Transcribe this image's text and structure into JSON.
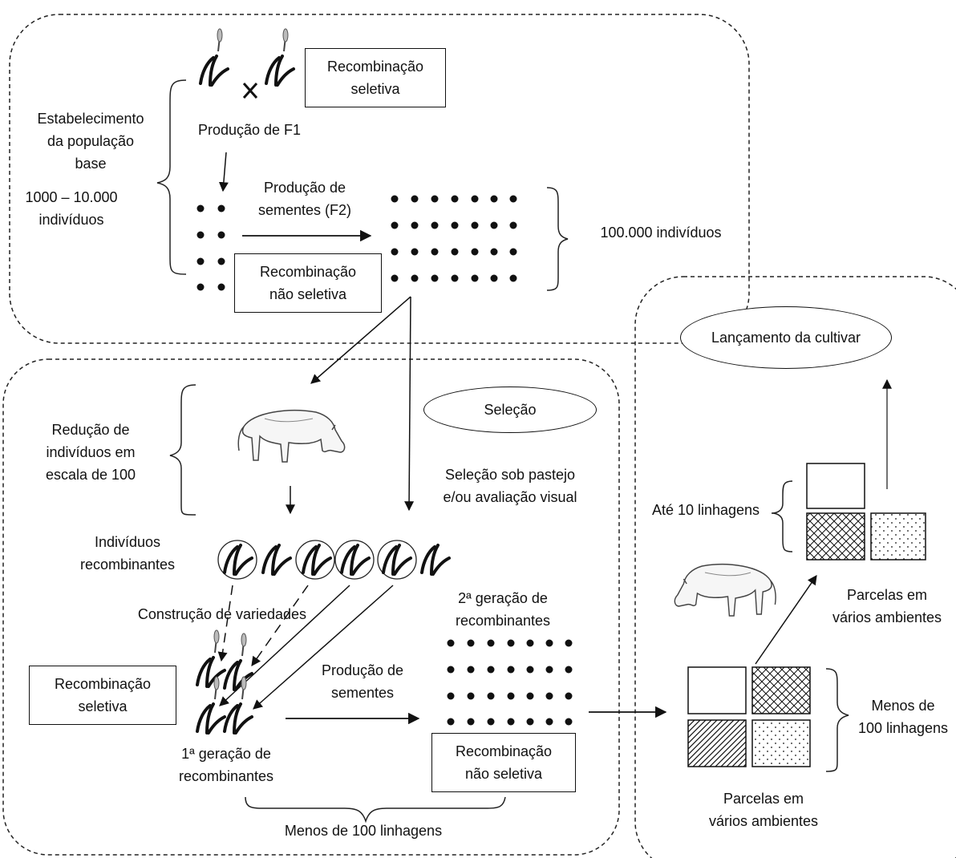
{
  "top": {
    "box_recomb_sel": "Recombinação\nseletiva",
    "f1": "Produção de F1",
    "estab": "Estabelecimento\nda população\nbase",
    "range": "1000 – 10.000\nindivíduos",
    "seed_f2": "Produção de\nsementes (F2)",
    "box_recomb_nsel": "Recombinação\nnão seletiva",
    "pop100k": "100.000 indivíduos"
  },
  "middle": {
    "selecao": "Seleção",
    "reducao": "Redução de\nindivíduos em\nescala de 100",
    "sel_pastejo": "Seleção sob pastejo\ne/ou avaliação visual",
    "indiv_recomb": "Indivíduos\nrecombinantes",
    "construcao": "Construção de variedades",
    "gen2": "2ª geração de\nrecombinantes",
    "box_recomb_sel": "Recombinação\nseletiva",
    "prod_sementes": "Produção de\nsementes",
    "gen1": "1ª geração de\nrecombinantes",
    "box_recomb_nsel": "Recombinação\nnão seletiva",
    "menos100": "Menos de 100 linhagens"
  },
  "right": {
    "lancamento": "Lançamento da cultivar",
    "ate10": "Até 10 linhagens",
    "parcelas_top": "Parcelas em\nvários ambientes",
    "menos100": "Menos de\n100 linhagens",
    "parcelas_bottom": "Parcelas em\nvários ambientes"
  }
}
